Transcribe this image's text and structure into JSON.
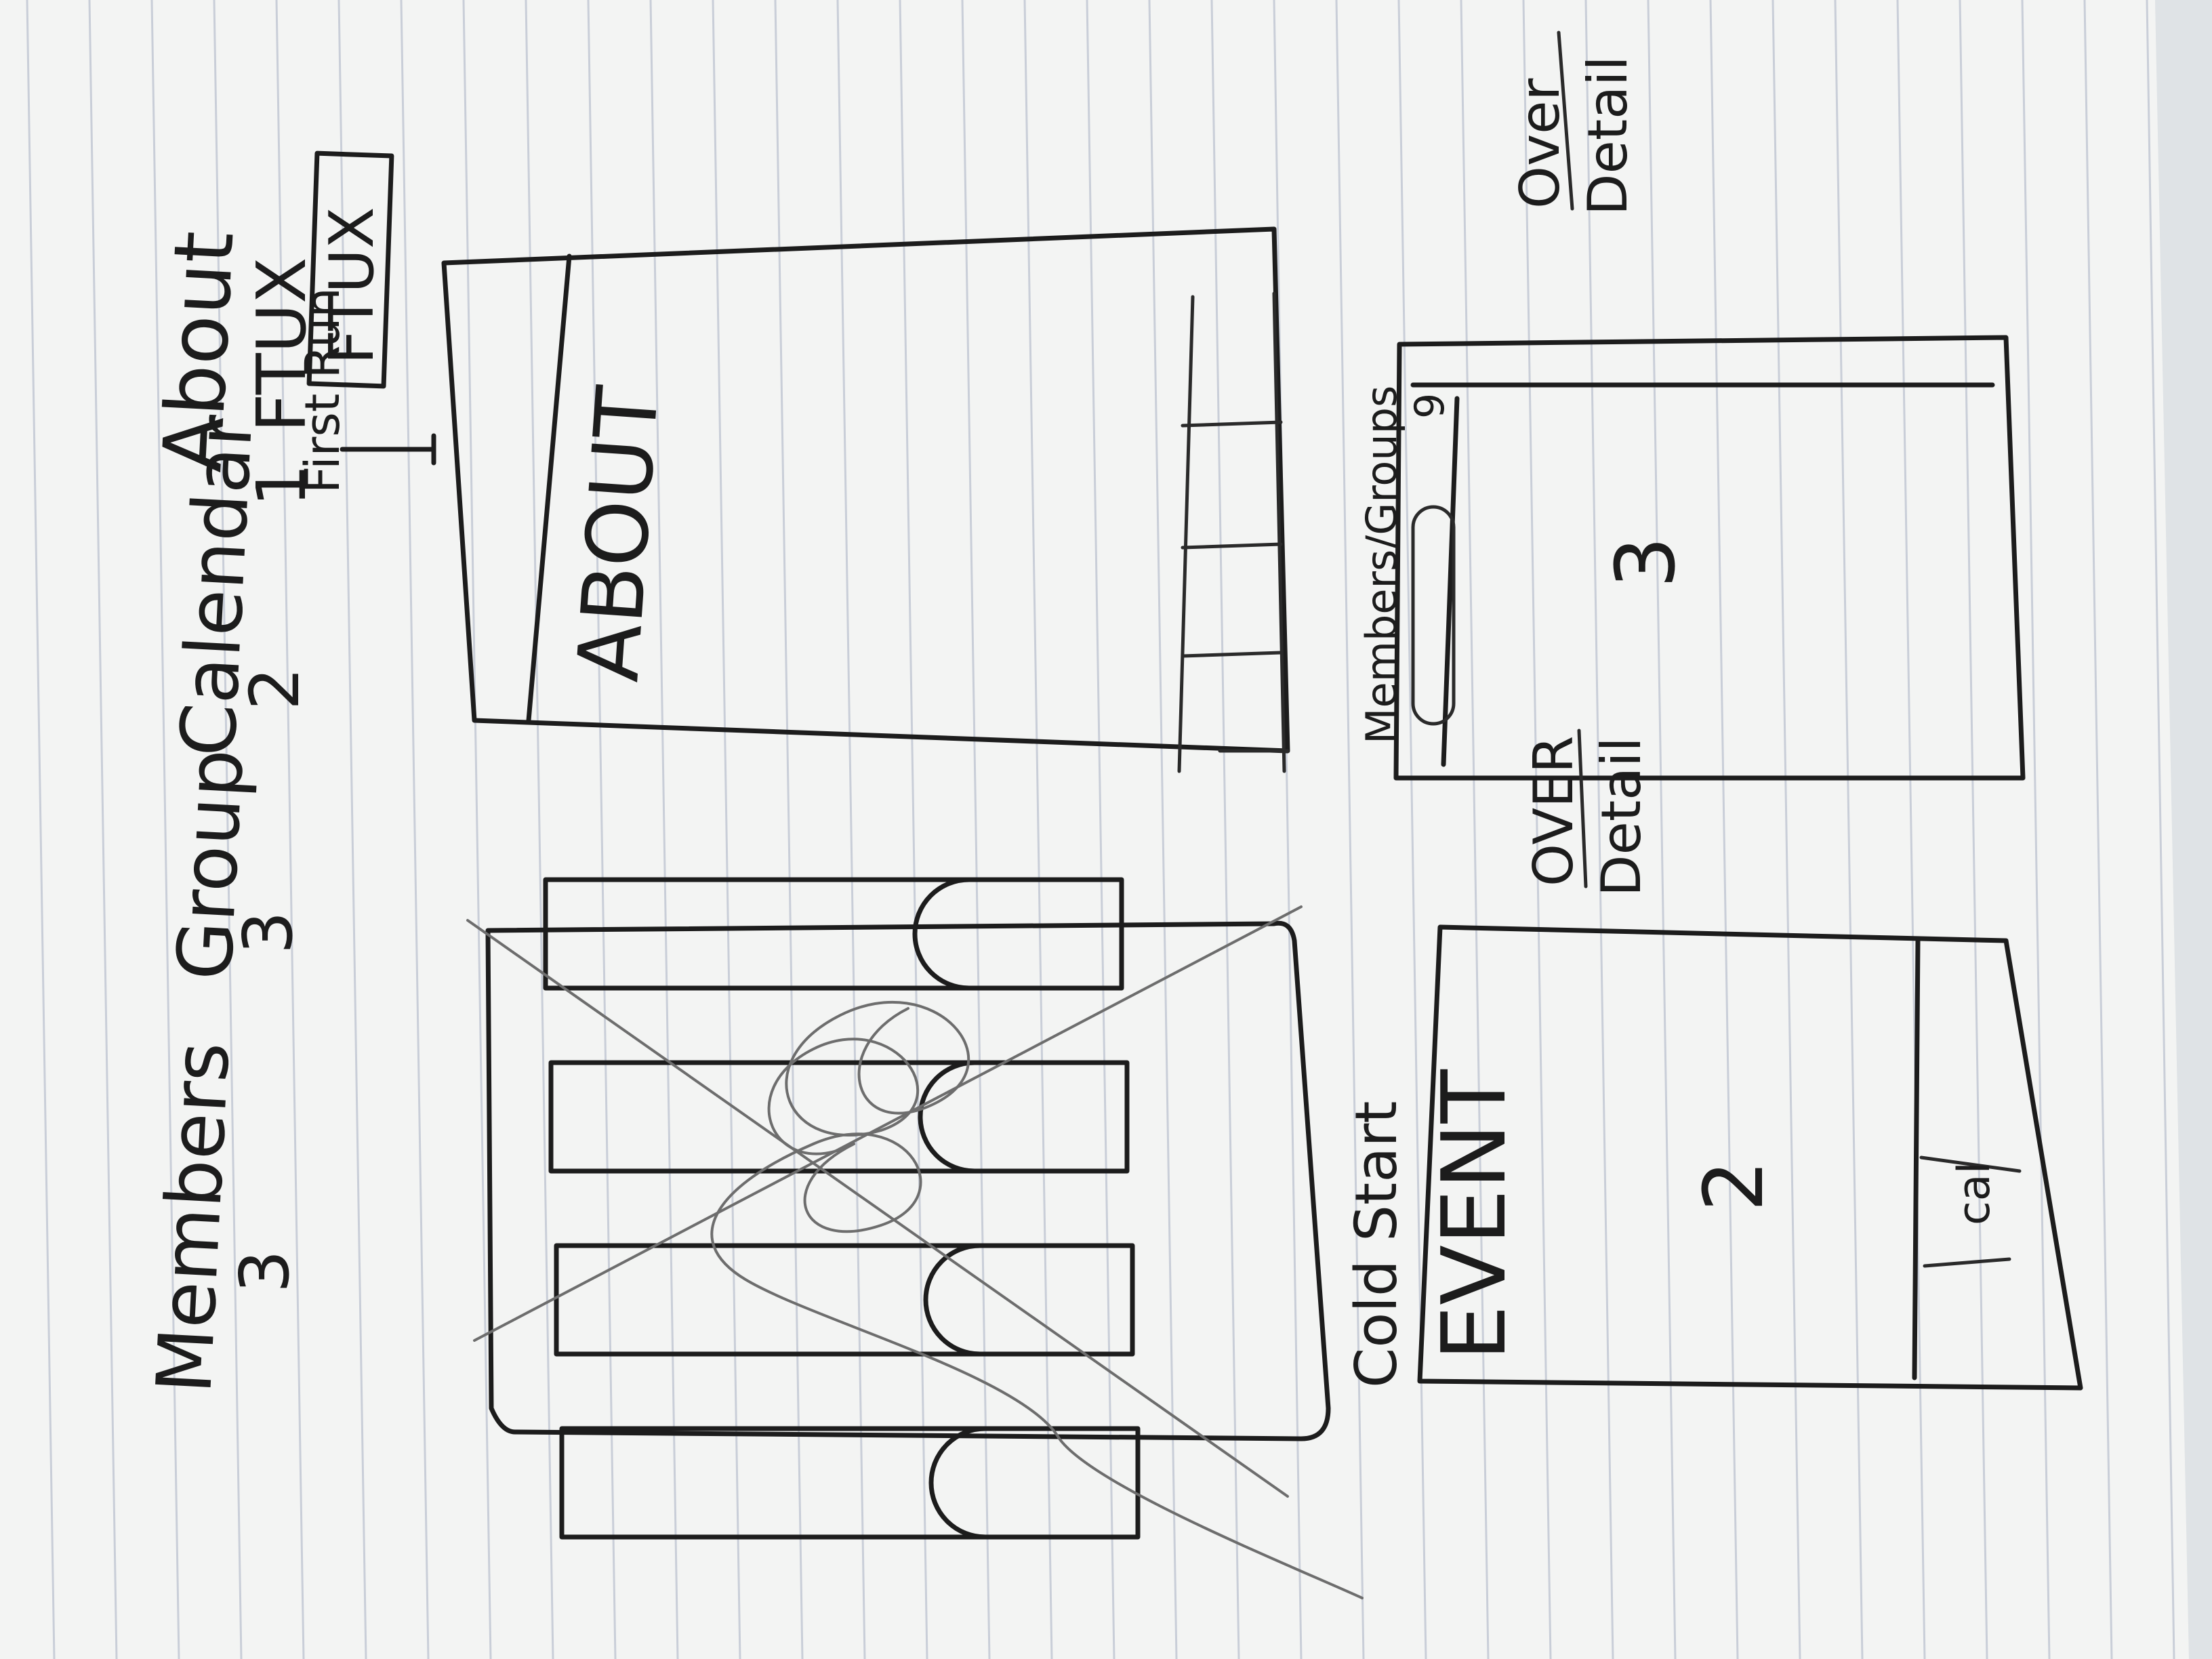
{
  "headers": {
    "members": "Members",
    "members_num": "3",
    "group": "Group",
    "group_num": "3",
    "calendar": "Calendar",
    "calendar_num": "2",
    "about": "About",
    "about_num": "1",
    "ftux": "FTUX",
    "first_run": "First Run",
    "ftux_boxed": "FTUX"
  },
  "about_screen": {
    "title": "ABOUT"
  },
  "members_screen": {
    "caption": "Members/Groups",
    "number": "3"
  },
  "event_screen": {
    "cold_start": "Cold Start",
    "title": "EVENT",
    "number": "2",
    "cal_label": "cal"
  },
  "notes": {
    "over_top": "Over",
    "detail_top": "Detail",
    "over_mid": "OVER",
    "detail_mid": "Detail"
  },
  "colors": {
    "paper": "#f3f4f3",
    "ruled_line": "#c9ced8",
    "ink": "#1c1c1c",
    "pencil": "#6d6d6d"
  }
}
